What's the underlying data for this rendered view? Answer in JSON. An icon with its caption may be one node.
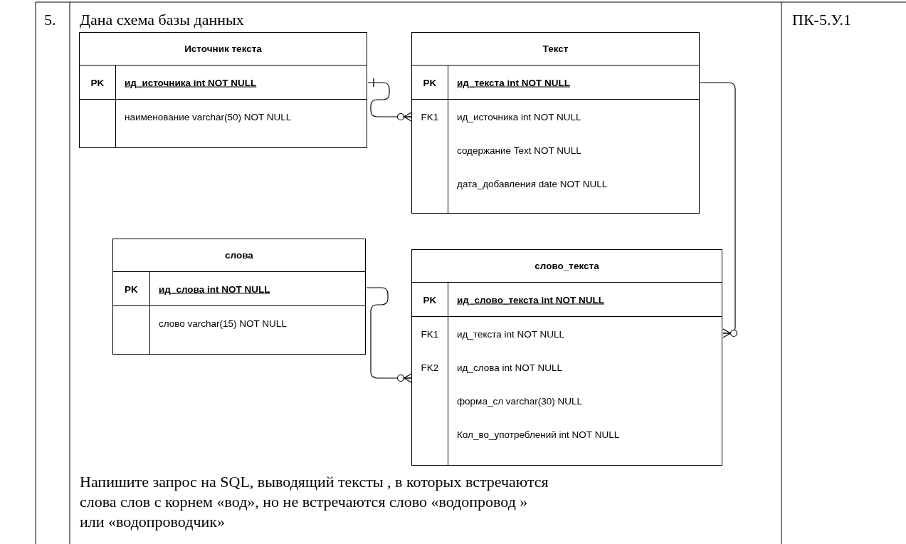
{
  "diagram": {
    "nodes": [
      {
        "text": [
          "Источник текста",
          "PK",
          "ид_источника int NOT NULL",
          "наименование varchar(50) NOT NULL"
        ]
      },
      {
        "text": [
          "Текст",
          "PK",
          "ид_текста int NOT NULL",
          "FK1",
          "ид_источника int NOT NULL",
          "содержание Text NOT NULL",
          "дата_добавления date NOT NULL"
        ]
      },
      {
        "text": [
          "слова",
          "PK",
          "ид_слова int NOT NULL",
          "слово varchar(15) NOT NULL"
        ]
      },
      {
        "text": [
          "слово_текста",
          "PK",
          "ид_слово_текста int NOT NULL",
          "FK1",
          "ид_текста int NOT NULL",
          "FK2",
          "ид_слова int NOT NULL",
          "форма_сл varchar(30) NULL",
          "Кол_во_употреблений int NOT NULL"
        ]
      }
    ],
    "edges": [
      {
        "from": 0,
        "to": 1,
        "arrow": "other"
      },
      {
        "from": 1,
        "to": 3,
        "arrow": "other"
      },
      {
        "from": 2,
        "to": 3,
        "arrow": "other"
      }
    ],
    "labels": [
      "5.",
      "Дана схема базы данных",
      "ПК-5.У.1",
      "Напишите запрос на SQL, выводящий тексты , в которых встречаются слова слов с корнем «вод», но не встречаются слово «водопровод » или «водопроводчик»"
    ]
  }
}
